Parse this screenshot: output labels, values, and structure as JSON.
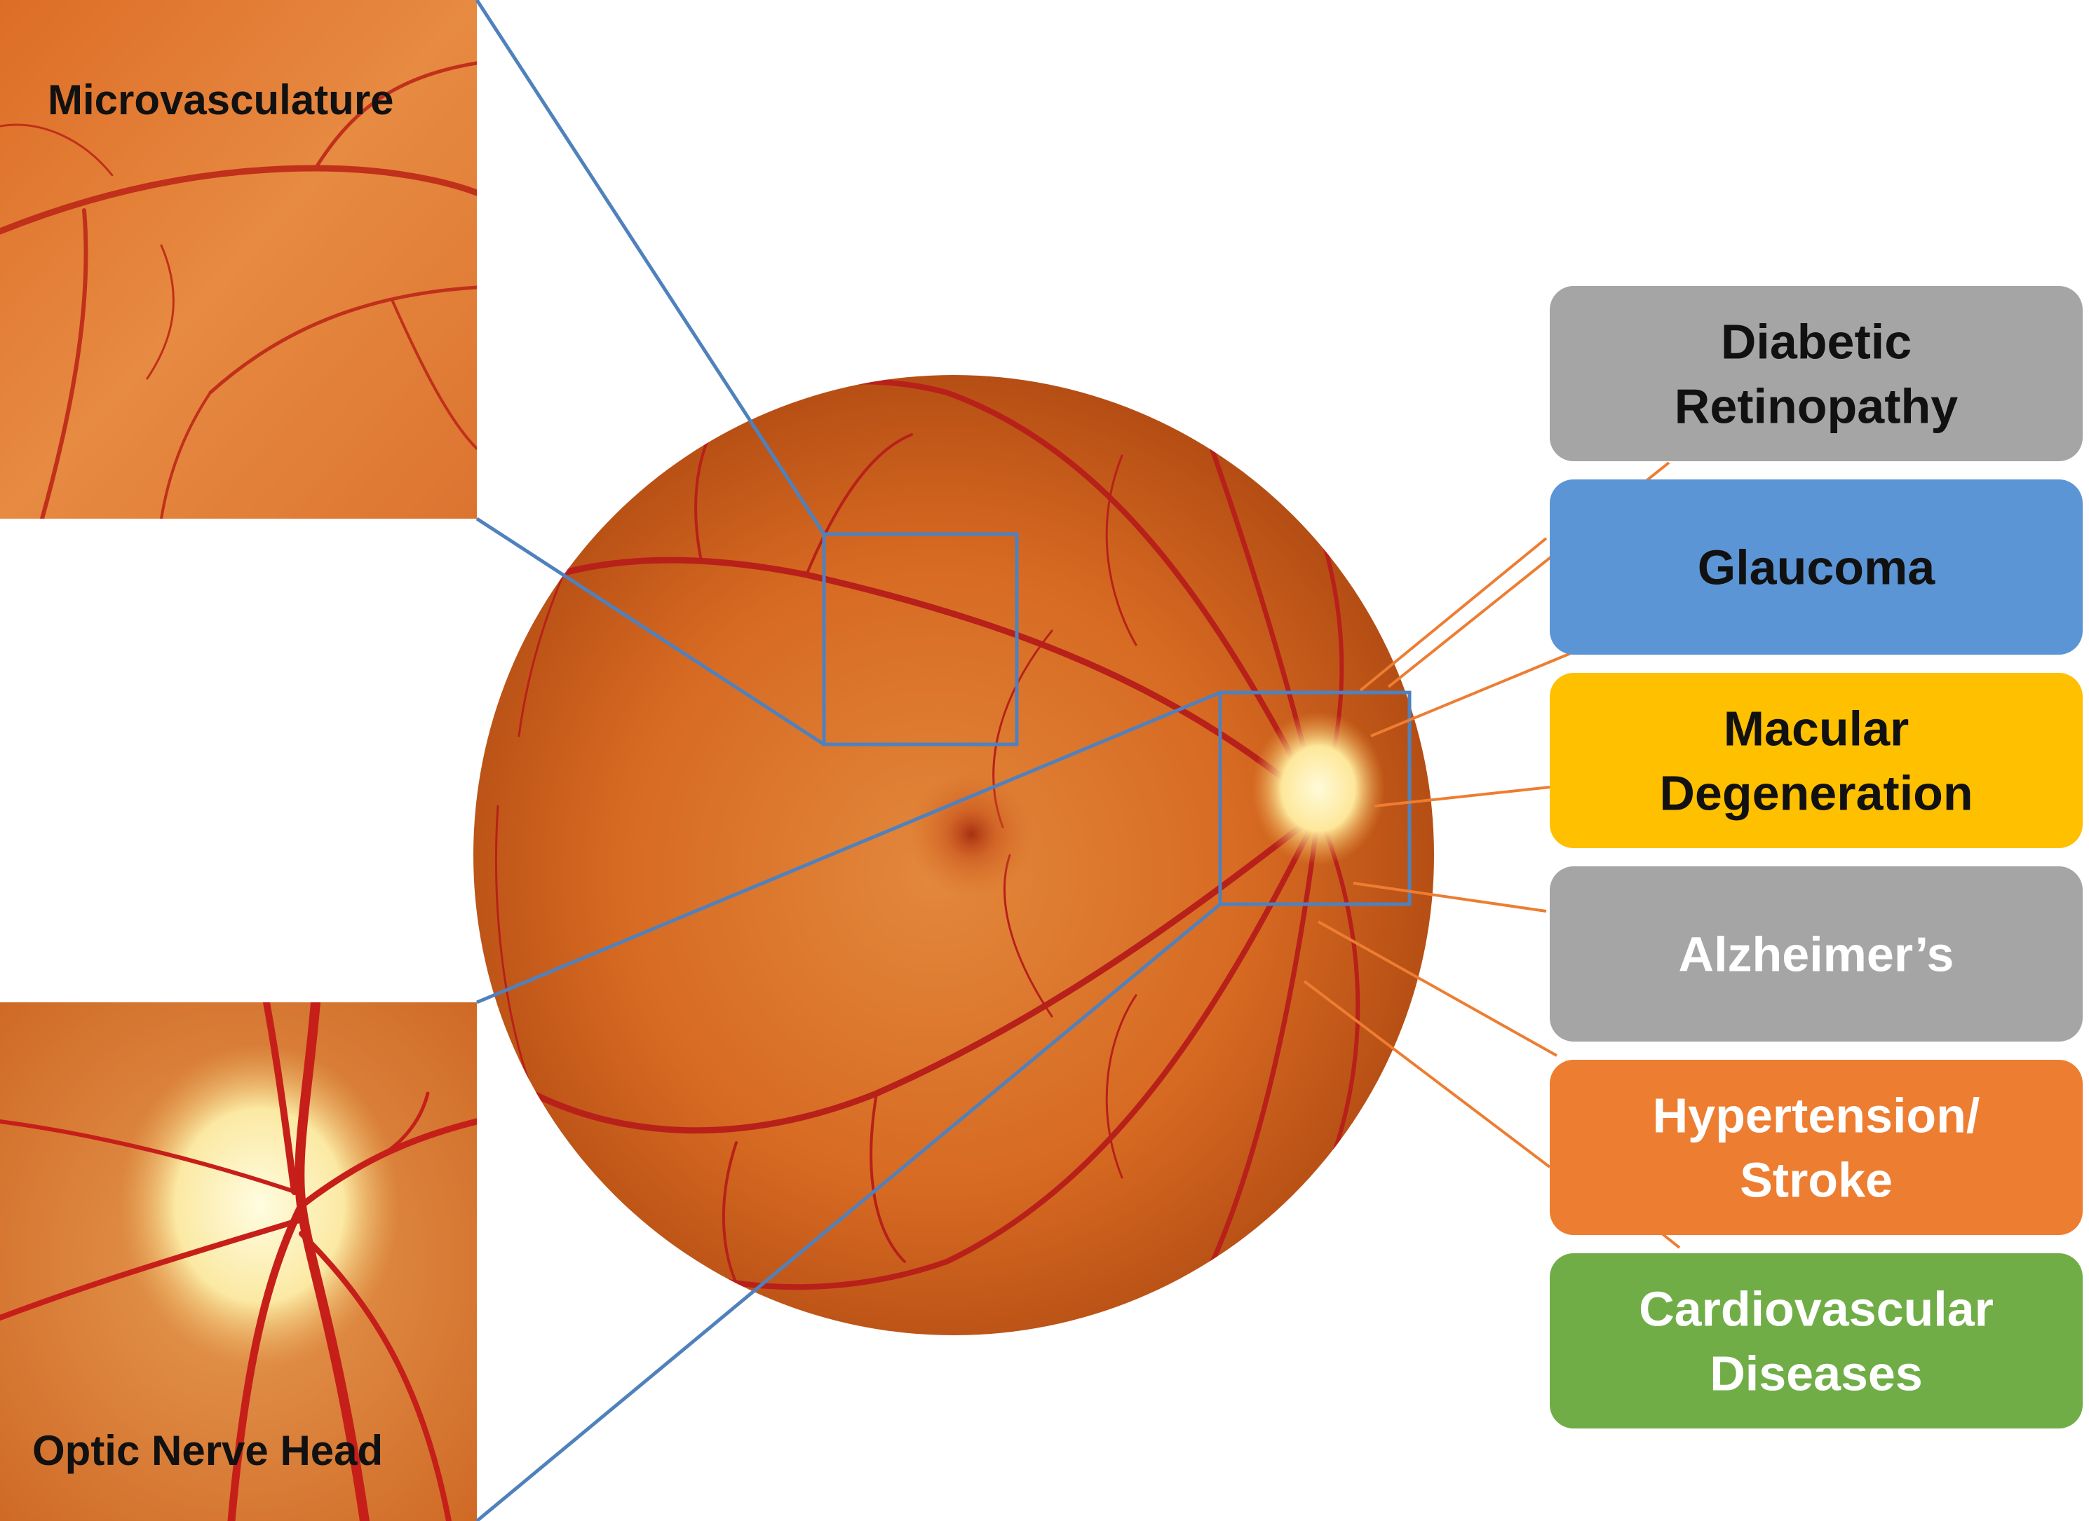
{
  "insets": [
    {
      "id": "microvasculature",
      "label": "Microvasculature"
    },
    {
      "id": "optic-nerve-head",
      "label": "Optic Nerve Head"
    }
  ],
  "diseases": [
    {
      "id": "diabetic-retinopathy",
      "lines": [
        "Diabetic",
        "Retinopathy"
      ],
      "color": "#a5a5a5",
      "text_color": "#111111"
    },
    {
      "id": "glaucoma",
      "lines": [
        "Glaucoma"
      ],
      "color": "#5b95d5",
      "text_color": "#111111"
    },
    {
      "id": "macular-degeneration",
      "lines": [
        "Macular",
        "Degeneration"
      ],
      "color": "#ffc000",
      "text_color": "#111111"
    },
    {
      "id": "alzheimers",
      "lines": [
        "Alzheimer’s"
      ],
      "color": "#a5a5a5",
      "text_color": "#ffffff"
    },
    {
      "id": "hypertension-stroke",
      "lines": [
        "Hypertension/",
        "Stroke"
      ],
      "color": "#ed7d31",
      "text_color": "#ffffff"
    },
    {
      "id": "cardiovascular-diseases",
      "lines": [
        "Cardiovascular",
        "Diseases"
      ],
      "color": "#70ad47",
      "text_color": "#ffffff"
    }
  ],
  "colors": {
    "zoom_lines": "#4f81bd",
    "connector_lines": "#ed7d31",
    "retina_base": "#d9621e",
    "optic_disc": "#fff3b0",
    "vessels": "#b8201a"
  }
}
